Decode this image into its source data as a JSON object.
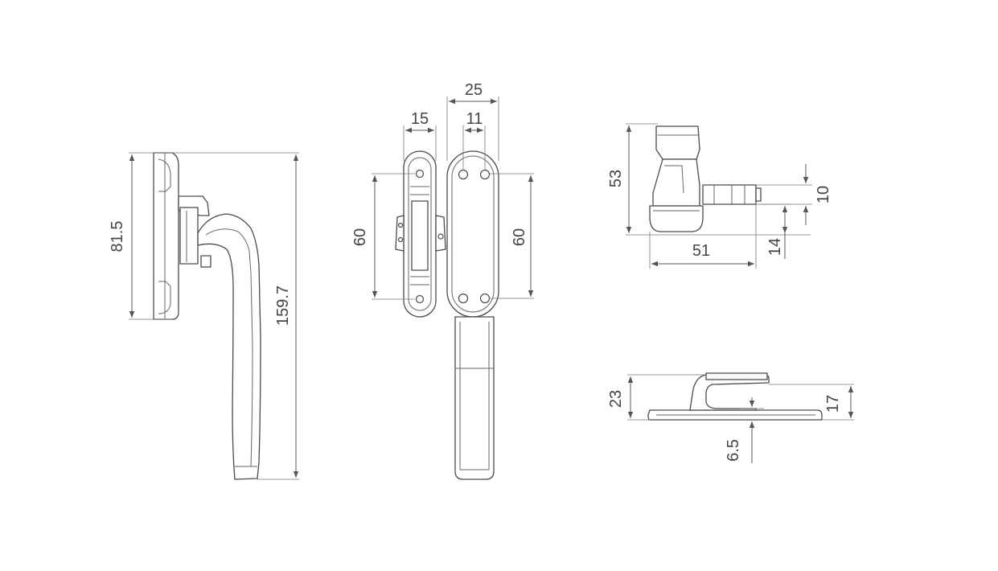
{
  "dimensions": {
    "side_height": "81.5",
    "side_length": "159.7",
    "front_width": "25",
    "front_slot": "11",
    "base_width": "15",
    "base_spacing": "60",
    "front_spacing": "60",
    "top_height": "53",
    "top_width": "51",
    "top_pin": "10",
    "top_offset": "14",
    "keeper_height": "23",
    "keeper_gap": "6.5",
    "keeper_right": "17"
  },
  "colors": {
    "line": "#4a4a4a",
    "dimension": "#555555",
    "background": "#ffffff"
  }
}
